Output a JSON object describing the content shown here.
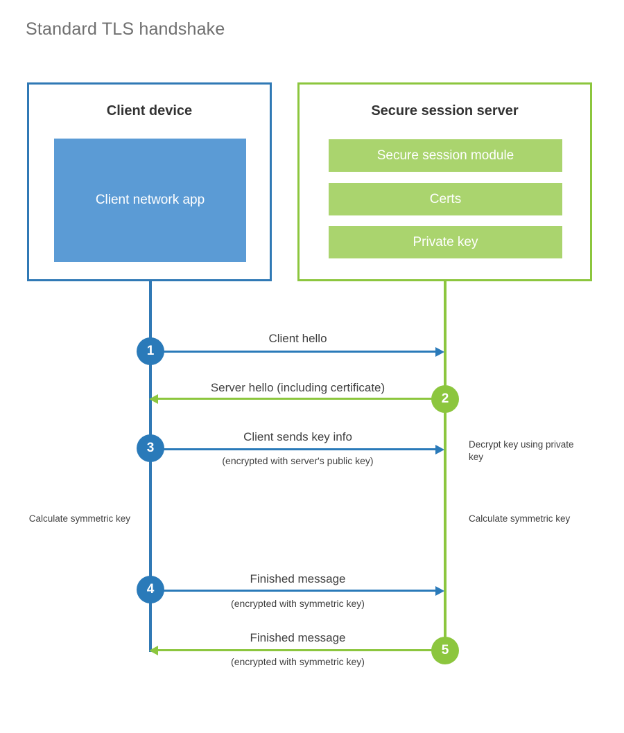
{
  "title": "Standard TLS handshake",
  "colors": {
    "client_border": "#3079b5",
    "client_fill": "#5b9bd5",
    "server_border": "#8cc63e",
    "server_fill": "#aad46e",
    "blue_accent": "#2a7ab9",
    "green_accent": "#8cc63e",
    "title_text": "#6f6f6f",
    "body_text": "#3f3f3f"
  },
  "client_panel": {
    "heading": "Client device",
    "block_label": "Client network app"
  },
  "server_panel": {
    "heading": "Secure session server",
    "blocks": [
      {
        "label": "Secure session module"
      },
      {
        "label": "Certs"
      },
      {
        "label": "Private key"
      }
    ]
  },
  "steps": [
    {
      "number": "1",
      "direction": "client-to-server",
      "label": "Client hello",
      "sublabel": ""
    },
    {
      "number": "2",
      "direction": "server-to-client",
      "label": "Server hello (including certificate)",
      "sublabel": ""
    },
    {
      "number": "3",
      "direction": "client-to-server",
      "label": "Client sends key info",
      "sublabel": "(encrypted with server's public key)"
    },
    {
      "number": "4",
      "direction": "client-to-server",
      "label": "Finished message",
      "sublabel": "(encrypted with symmetric key)"
    },
    {
      "number": "5",
      "direction": "server-to-client",
      "label": "Finished message",
      "sublabel": "(encrypted with symmetric key)"
    }
  ],
  "notes": {
    "decrypt_key": "Decrypt key using private key",
    "calculate_symmetric_key_client": "Calculate symmetric key",
    "calculate_symmetric_key_server": "Calculate symmetric key"
  }
}
